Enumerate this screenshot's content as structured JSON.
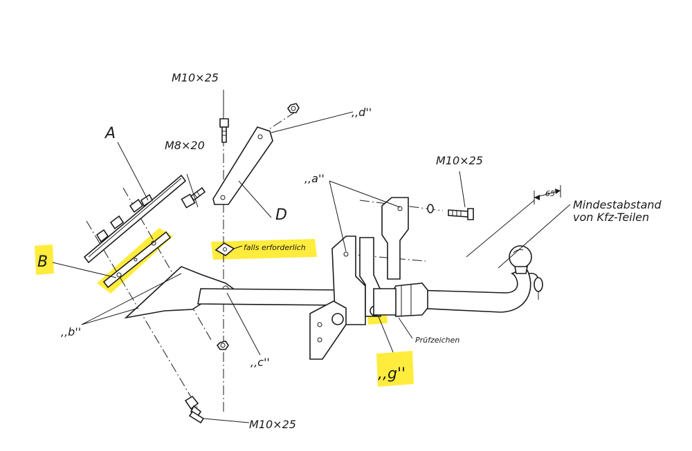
{
  "highlight_color": "#ffe91a",
  "labels": {
    "A": "A",
    "B": "B",
    "D": "D",
    "a": ",,a''",
    "b": ",,b''",
    "c": ",,c''",
    "d": ",,d''",
    "g": ",,g''",
    "bolt_m10_top": "M10×25",
    "bolt_m8": "M8×20",
    "bolt_m10_right": "M10×25",
    "bolt_m10_bottom": "M10×25",
    "falls": "falls erforderlich",
    "pruefzeichen": "Prüfzeichen",
    "dim_65": "65",
    "mindest_line1": "Mindestabstand",
    "mindest_line2": "von Kfz-Teilen"
  },
  "highlighted": [
    "B",
    "falls",
    "g"
  ]
}
